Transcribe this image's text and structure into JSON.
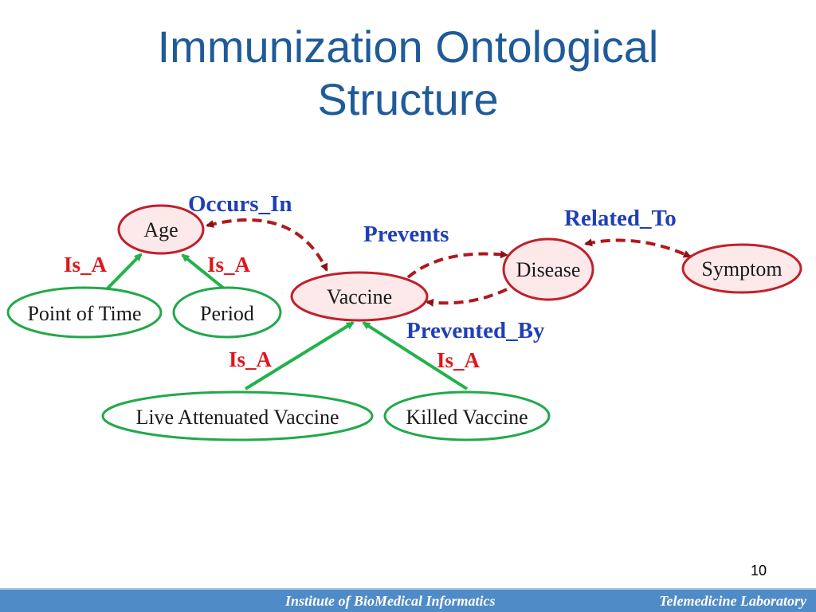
{
  "slide": {
    "title_line1": "Immunization Ontological",
    "title_line2": "Structure",
    "page_number": "10"
  },
  "diagram": {
    "nodes": {
      "age": "Age",
      "vaccine": "Vaccine",
      "disease": "Disease",
      "symptom": "Symptom",
      "point_of_time": "Point of Time",
      "period": "Period",
      "live_attenuated_vaccine": "Live Attenuated Vaccine",
      "killed_vaccine": "Killed Vaccine"
    },
    "relations": {
      "occurs_in": "Occurs_In",
      "prevents": "Prevents",
      "prevented_by": "Prevented_By",
      "related_to": "Related_To",
      "is_a_point_of_time": "Is_A",
      "is_a_period": "Is_A",
      "is_a_live": "Is_A",
      "is_a_killed": "Is_A"
    },
    "colors": {
      "concept_fill": "#fde8ea",
      "concept_border": "#c0202a",
      "subclass_border": "#22a84a",
      "dashed_relation": "#b3171d",
      "is_a_arrow": "#22b24b",
      "relation_label_blue": "#1f3fb8",
      "is_a_label_red": "#e0151b",
      "title": "#1f5b9a"
    }
  },
  "footer": {
    "left": "Institute of BioMedical Informatics",
    "right": "Telemedicine Laboratory",
    "bar_color": "#4f8bc6"
  }
}
